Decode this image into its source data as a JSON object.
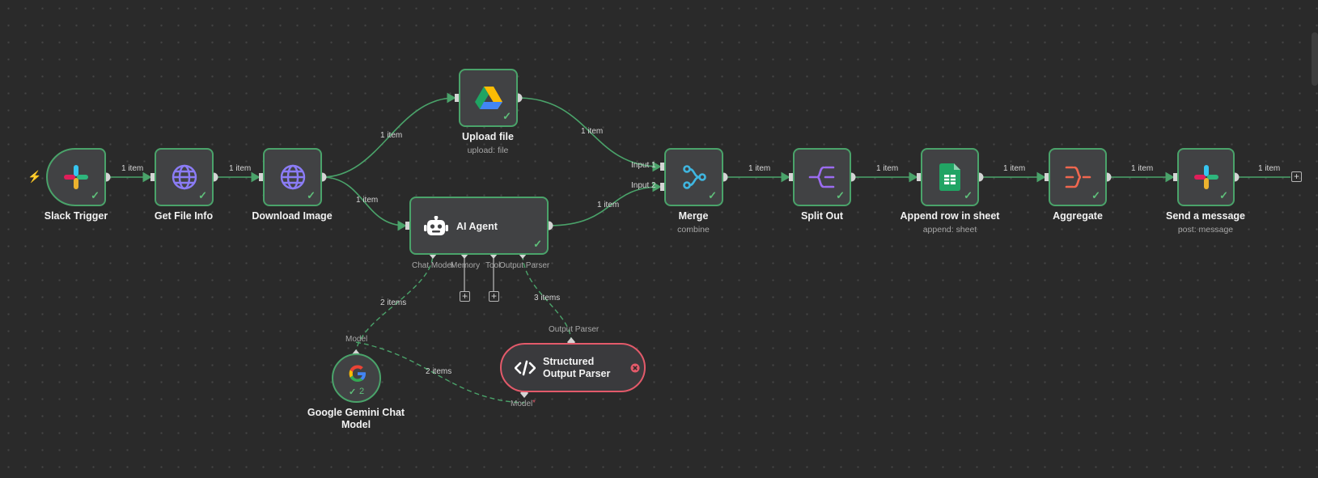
{
  "canvas": {
    "add_node_symbol": "+",
    "check_mark": "✓",
    "trigger_symbol": "⚡"
  },
  "nodes": {
    "slack_trigger": {
      "label": "Slack Trigger"
    },
    "get_file_info": {
      "label": "Get File Info"
    },
    "download_image": {
      "label": "Download Image"
    },
    "upload_file": {
      "label": "Upload file",
      "subtitle": "upload: file"
    },
    "ai_agent": {
      "label": "AI Agent",
      "ports": {
        "chat_model": "Chat Model",
        "memory": "Memory",
        "tool": "Tool",
        "output_parser": "Output Parser"
      }
    },
    "merge": {
      "label": "Merge",
      "subtitle": "combine",
      "input1": "Input 1",
      "input2": "Input 2"
    },
    "split_out": {
      "label": "Split Out"
    },
    "append_row": {
      "label": "Append row in sheet",
      "subtitle": "append: sheet"
    },
    "aggregate": {
      "label": "Aggregate"
    },
    "send_message": {
      "label": "Send a message",
      "subtitle": "post: message"
    },
    "gemini": {
      "label_line1": "Google Gemini Chat",
      "label_line2": "Model",
      "port": "Model",
      "run_count": "2"
    },
    "parser": {
      "label_line1": "Structured",
      "label_line2": "Output Parser",
      "port_top": "Output Parser",
      "port_bottom": "Model",
      "required_mark": "*"
    }
  },
  "connections": {
    "slack_to_getinfo": "1 item",
    "getinfo_to_download": "1 item",
    "download_to_upload": "1 item",
    "download_to_agent": "1 item",
    "upload_to_merge": "1 item",
    "agent_to_merge": "1 item",
    "merge_to_split": "1 item",
    "split_to_append": "1 item",
    "append_to_aggregate": "1 item",
    "aggregate_to_send": "1 item",
    "send_output": "1 item",
    "gemini_to_agent": "2 items",
    "gemini_to_parser": "2 items",
    "parser_to_agent": "3 items"
  },
  "icons": {
    "slack": "slack-icon",
    "http": "globe-icon",
    "drive": "google-drive-icon",
    "robot": "robot-icon",
    "merge": "merge-icon",
    "split": "split-out-icon",
    "sheets": "google-sheets-icon",
    "aggregate": "aggregate-icon",
    "google": "google-g-icon",
    "code": "code-icon",
    "error": "error-icon"
  },
  "colors": {
    "canvas": "#2a2a2a",
    "node_bg": "#414244",
    "success_border": "#4aa36a",
    "error_border": "#e35a6a",
    "wire": "#4aa36a",
    "trigger_bolt": "#e9594f"
  }
}
